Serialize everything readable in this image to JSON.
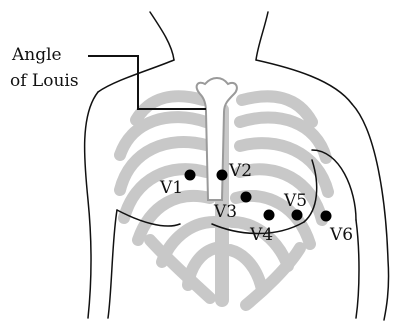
{
  "annotation": {
    "line1": "Angle",
    "line2": "of Louis"
  },
  "electrodes": [
    {
      "id": "v1",
      "label": "V1"
    },
    {
      "id": "v2",
      "label": "V2"
    },
    {
      "id": "v3",
      "label": "V3"
    },
    {
      "id": "v4",
      "label": "V4"
    },
    {
      "id": "v5",
      "label": "V5"
    },
    {
      "id": "v6",
      "label": "V6"
    }
  ],
  "colors": {
    "outline": "#111111",
    "skeleton": "#c8c8c8",
    "electrode": "#000000"
  }
}
